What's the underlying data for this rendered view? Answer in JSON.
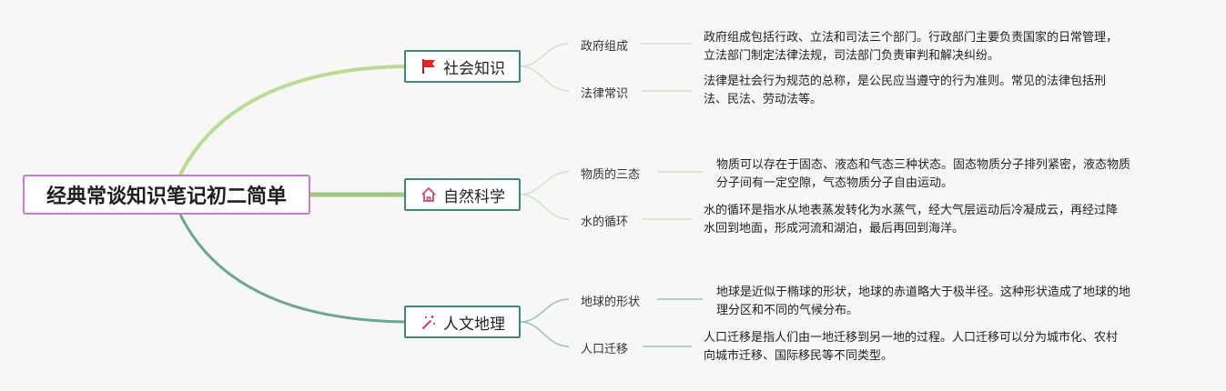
{
  "root": {
    "title": "经典常谈知识笔记初二简单"
  },
  "branches": [
    {
      "title": "社会知识",
      "icon": "flag-icon",
      "children": [
        {
          "label": "政府组成",
          "description": "政府组成包括行政、立法和司法三个部门。行政部门主要负责国家的日常管理，\n立法部门制定法律法规，司法部门负责审判和解决纠纷。"
        },
        {
          "label": "法律常识",
          "description": "法律是社会行为规范的总称，是公民应当遵守的行为准则。常见的法律包括刑\n法、民法、劳动法等。"
        }
      ]
    },
    {
      "title": "自然科学",
      "icon": "home-icon",
      "children": [
        {
          "label": "物质的三态",
          "description": "物质可以存在于固态、液态和气态三种状态。固态物质分子排列紧密，液态物质\n分子间有一定空隙，气态物质分子自由运动。"
        },
        {
          "label": "水的循环",
          "description": "水的循环是指水从地表蒸发转化为水蒸气，经大气层运动后冷凝成云，再经过降\n水回到地面，形成河流和湖泊，最后再回到海洋。"
        }
      ]
    },
    {
      "title": "人文地理",
      "icon": "magic-wand-icon",
      "children": [
        {
          "label": "地球的形状",
          "description": "地球是近似于椭球的形状，地球的赤道略大于极半径。这种形状造成了地球的地\n理分区和不同的气候分布。"
        },
        {
          "label": "人口迁移",
          "description": "人口迁移是指人们由一地迁移到另一地的过程。人口迁移可以分为城市化、农村\n向城市迁移、国际移民等不同类型。"
        }
      ]
    }
  ],
  "colors": {
    "root_border": "#c77ad2",
    "branch_border": "#3e8a73",
    "link_top": "#b9dc93",
    "link_mid": "#9cc97a",
    "link_bottom": "#6aa88a",
    "leaf_link": "#cfe3c4",
    "flag": "#e0242b",
    "home": "#d0476a",
    "wand": "#d03a5c"
  }
}
